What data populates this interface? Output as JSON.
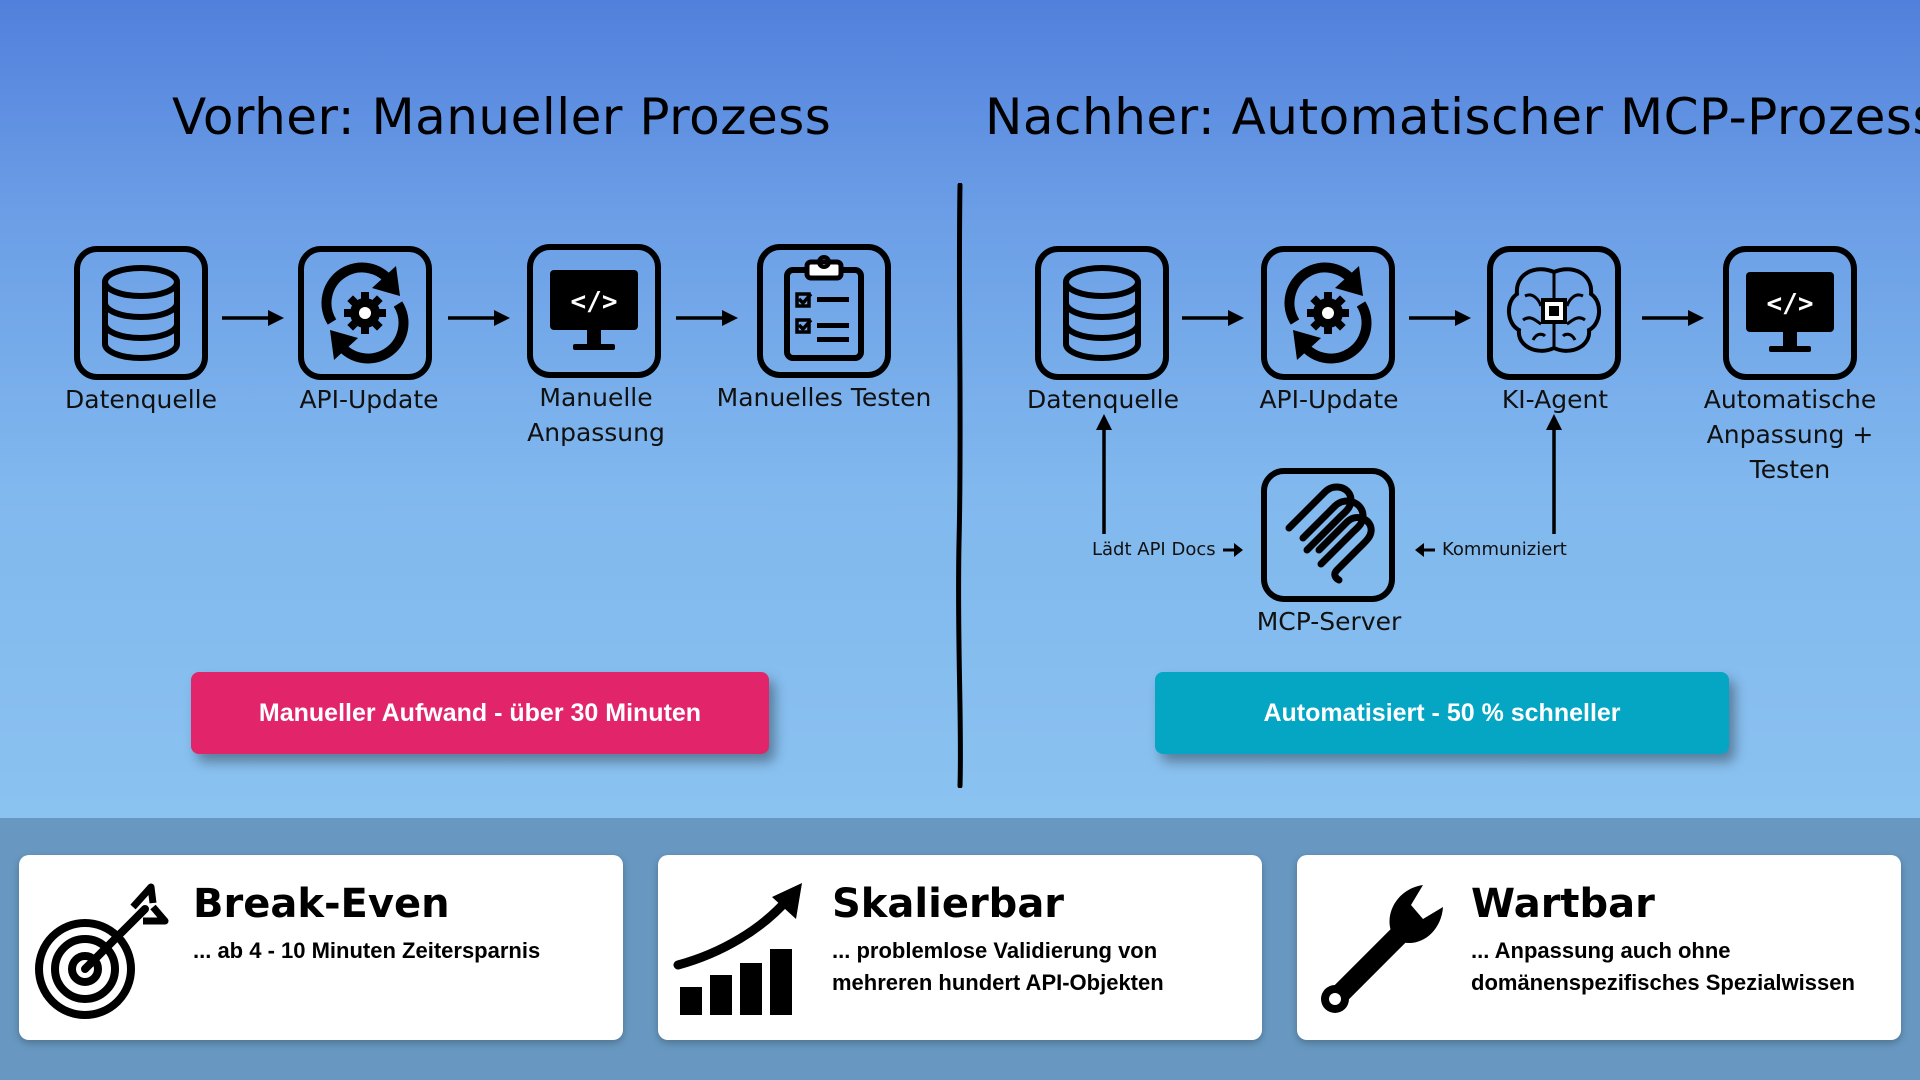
{
  "colors": {
    "manual_badge": "#e2246b",
    "auto_badge": "#04a6c4"
  },
  "before": {
    "title": "Vorher: Manueller Prozess",
    "steps": [
      {
        "icon": "database-icon",
        "label": "Datenquelle"
      },
      {
        "icon": "sync-gear-icon",
        "label": "API-Update"
      },
      {
        "icon": "code-monitor-icon",
        "label": "Manuelle Anpassung"
      },
      {
        "icon": "clipboard-checklist-icon",
        "label": "Manuelles Testen"
      }
    ],
    "badge": "Manueller Aufwand - über 30 Minuten"
  },
  "after": {
    "title": "Nachher: Automatischer MCP-Prozess",
    "steps": [
      {
        "icon": "database-icon",
        "label": "Datenquelle"
      },
      {
        "icon": "sync-gear-icon",
        "label": "API-Update"
      },
      {
        "icon": "ai-brain-icon",
        "label": "KI-Agent"
      },
      {
        "icon": "code-monitor-icon",
        "label": "Automatische Anpassung + Testen"
      }
    ],
    "mcp_server": {
      "icon": "mcp-logo-icon",
      "label": "MCP-Server"
    },
    "annotation_left": "Lädt API Docs",
    "annotation_right": "Kommuniziert",
    "badge": "Automatisiert - 50 % schneller"
  },
  "benefits": [
    {
      "icon": "target-dart-icon",
      "title": "Break-Even",
      "text": "... ab 4 - 10 Minuten Zeitersparnis"
    },
    {
      "icon": "growth-chart-icon",
      "title": "Skalierbar",
      "text": "... problemlose Validierung von mehreren hundert API-Objekten"
    },
    {
      "icon": "wrench-icon",
      "title": "Wartbar",
      "text": "... Anpassung auch ohne domänenspezifisches Spezialwissen"
    }
  ]
}
